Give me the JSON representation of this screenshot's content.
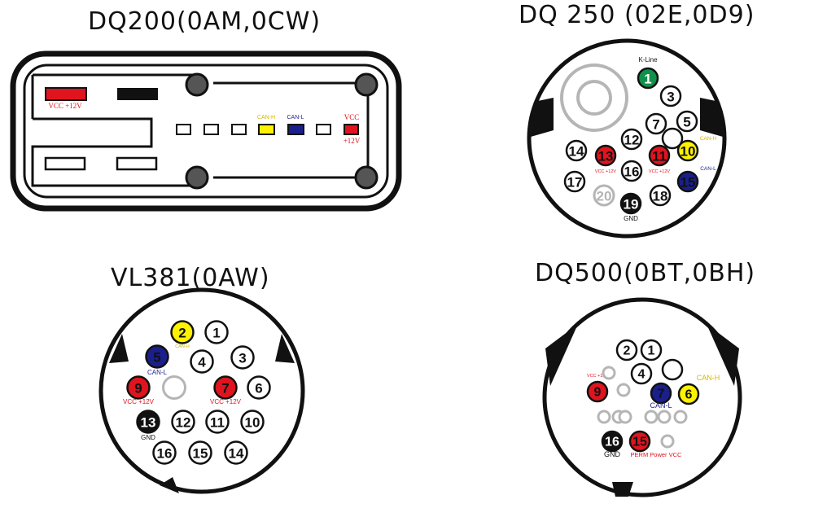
{
  "titles": {
    "dq200": "DQ200(0AM,0CW)",
    "dq250": "DQ 250 (02E,0D9)",
    "vl381": "VL381(0AW)",
    "dq500": "DQ500(0BT,0BH)"
  },
  "colors": {
    "red": "#e0141e",
    "yellow": "#fff200",
    "blue": "#1a1f8c",
    "green": "#10904a",
    "black": "#111111",
    "grey": "#b5b5b5",
    "white": "#ffffff"
  },
  "dq200": {
    "vcc_left": "VCC +12V",
    "can_h": "CAN-H",
    "can_l": "CAN-L",
    "vcc_right_1": "VCC",
    "vcc_right_2": "+12V"
  },
  "dq250": {
    "pins": [
      {
        "n": "1",
        "fill": "green",
        "label": "K-Line"
      },
      {
        "n": "3",
        "fill": "white"
      },
      {
        "n": "7",
        "fill": "white"
      },
      {
        "n": "5",
        "fill": "white"
      },
      {
        "n": "12",
        "fill": "white"
      },
      {
        "n": "14",
        "fill": "white"
      },
      {
        "n": "13",
        "fill": "red",
        "label": "VCC +12V"
      },
      {
        "n": "11",
        "fill": "red",
        "label": "VCC +12V"
      },
      {
        "n": "10",
        "fill": "yellow",
        "label": "CAN-H"
      },
      {
        "n": "16",
        "fill": "white"
      },
      {
        "n": "15",
        "fill": "blue",
        "label": "CAN-L"
      },
      {
        "n": "17",
        "fill": "white"
      },
      {
        "n": "20",
        "fill": "grey"
      },
      {
        "n": "19",
        "fill": "black",
        "label": "GND"
      },
      {
        "n": "18",
        "fill": "white"
      },
      {
        "n": "",
        "fill": "white"
      }
    ]
  },
  "vl381": {
    "pins": [
      {
        "n": "2",
        "fill": "yellow",
        "label": "CAN-H"
      },
      {
        "n": "1",
        "fill": "white"
      },
      {
        "n": "5",
        "fill": "blue",
        "label": "CAN-L"
      },
      {
        "n": "4",
        "fill": "white"
      },
      {
        "n": "3",
        "fill": "white"
      },
      {
        "n": "9",
        "fill": "red",
        "label": "VCC +12V"
      },
      {
        "n": "",
        "fill": "grey"
      },
      {
        "n": "7",
        "fill": "red",
        "label": "VCC +12V"
      },
      {
        "n": "6",
        "fill": "white"
      },
      {
        "n": "13",
        "fill": "black",
        "label": "GND"
      },
      {
        "n": "12",
        "fill": "white"
      },
      {
        "n": "11",
        "fill": "white"
      },
      {
        "n": "10",
        "fill": "white"
      },
      {
        "n": "16",
        "fill": "white"
      },
      {
        "n": "15",
        "fill": "white"
      },
      {
        "n": "14",
        "fill": "white"
      }
    ]
  },
  "dq500": {
    "pins": [
      {
        "n": "2",
        "fill": "white"
      },
      {
        "n": "1",
        "fill": "white"
      },
      {
        "n": "4",
        "fill": "white"
      },
      {
        "n": "",
        "fill": "white"
      },
      {
        "n": "9",
        "fill": "red",
        "label": "VCC +12V"
      },
      {
        "n": "7",
        "fill": "blue",
        "label": "CAN-L"
      },
      {
        "n": "6",
        "fill": "yellow",
        "label": "CAN-H"
      },
      {
        "n": "16",
        "fill": "black",
        "label": "GND"
      },
      {
        "n": "15",
        "fill": "red",
        "label": "PERM Power VCC"
      },
      {
        "n": "",
        "fill": "grey"
      },
      {
        "n": "",
        "fill": "grey"
      },
      {
        "n": "",
        "fill": "grey"
      },
      {
        "n": "",
        "fill": "grey"
      },
      {
        "n": "",
        "fill": "grey"
      },
      {
        "n": "",
        "fill": "grey"
      },
      {
        "n": "",
        "fill": "grey"
      },
      {
        "n": "",
        "fill": "grey"
      },
      {
        "n": "",
        "fill": "grey"
      }
    ]
  }
}
